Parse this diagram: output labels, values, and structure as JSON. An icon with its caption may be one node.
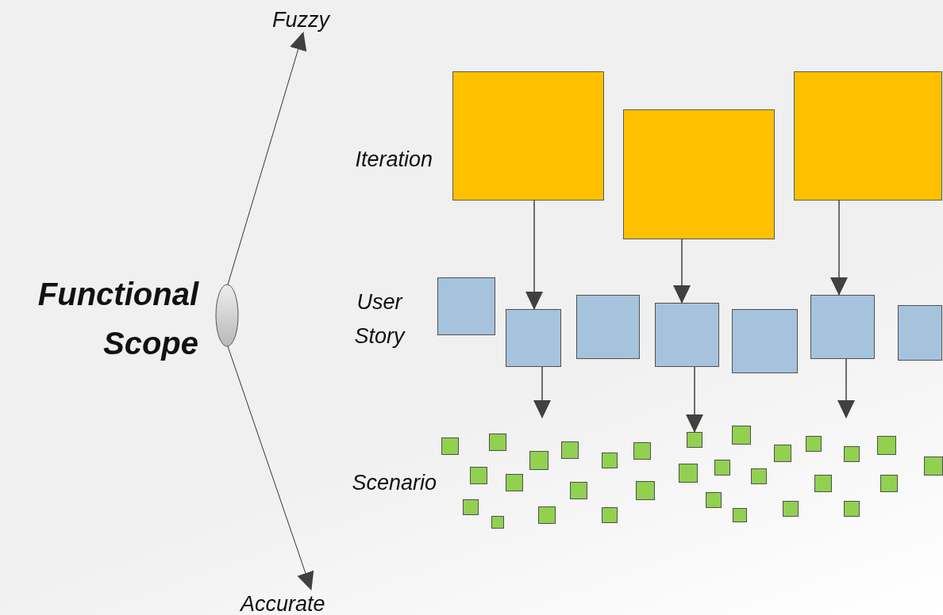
{
  "diagram": {
    "nodes": [
      {
        "text": [],
        "shape": "ellipse"
      },
      {
        "text": [
          "Fuzzy"
        ]
      },
      {
        "text": [
          "Accurate"
        ]
      },
      {
        "text": [],
        "shape": "box"
      },
      {
        "text": [],
        "shape": "box"
      },
      {
        "text": [],
        "shape": "box"
      },
      {
        "text": [],
        "shape": "box"
      },
      {
        "text": [],
        "shape": "box"
      },
      {
        "text": [],
        "shape": "box"
      },
      {
        "text": [],
        "shape": "box"
      },
      {
        "text": [],
        "shape": "box"
      },
      {
        "text": [],
        "shape": "box"
      },
      {
        "text": [],
        "shape": "box"
      },
      {
        "text": [],
        "shape": "box"
      },
      {
        "text": [],
        "shape": "box"
      },
      {
        "text": [],
        "shape": "box"
      },
      {
        "text": [],
        "shape": "box"
      },
      {
        "text": [],
        "shape": "box"
      },
      {
        "text": [],
        "shape": "box"
      },
      {
        "text": [],
        "shape": "box"
      },
      {
        "text": [],
        "shape": "box"
      },
      {
        "text": [],
        "shape": "box"
      },
      {
        "text": [],
        "shape": "box"
      },
      {
        "text": [],
        "shape": "box"
      },
      {
        "text": [],
        "shape": "box"
      },
      {
        "text": [],
        "shape": "box"
      },
      {
        "text": [],
        "shape": "box"
      },
      {
        "text": [],
        "shape": "box"
      },
      {
        "text": [],
        "shape": "box"
      },
      {
        "text": [],
        "shape": "box"
      },
      {
        "text": [],
        "shape": "box"
      },
      {
        "text": [],
        "shape": "box"
      },
      {
        "text": [],
        "shape": "box"
      },
      {
        "text": [],
        "shape": "box"
      },
      {
        "text": [],
        "shape": "box"
      },
      {
        "text": [],
        "shape": "box"
      },
      {
        "text": [],
        "shape": "box"
      },
      {
        "text": [],
        "shape": "box"
      },
      {
        "text": [],
        "shape": "box"
      },
      {
        "text": [],
        "shape": "box"
      },
      {
        "text": [],
        "shape": "box"
      },
      {
        "text": [],
        "shape": "box"
      },
      {
        "text": [],
        "shape": "box"
      }
    ],
    "edges": [
      {
        "from": 0,
        "to": 1,
        "arrow": "to"
      },
      {
        "from": 0,
        "to": 2,
        "arrow": "to"
      },
      {
        "from": 3,
        "to": 7,
        "arrow": "to"
      },
      {
        "from": 4,
        "to": 9,
        "arrow": "to"
      },
      {
        "from": 5,
        "to": 11,
        "arrow": "to"
      },
      {
        "from": 7,
        "to": null,
        "arrow": "to"
      },
      {
        "from": 9,
        "to": 27,
        "arrow": "to"
      },
      {
        "from": 11,
        "to": null,
        "arrow": "to"
      }
    ],
    "labels": [
      "Functional Scope",
      "Iteration",
      "User Story",
      "Scenario"
    ]
  }
}
